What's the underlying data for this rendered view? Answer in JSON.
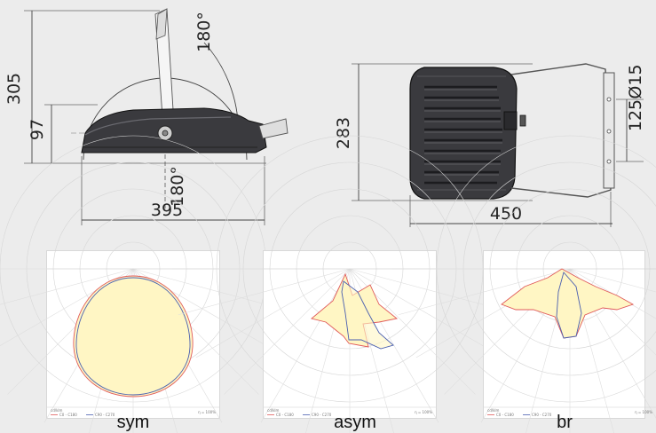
{
  "side_view": {
    "height_total": "305",
    "height_body": "97",
    "length": "395",
    "tilt_top": "180°",
    "tilt_bottom": "180°"
  },
  "top_view": {
    "width": "283",
    "length": "450",
    "mount_diameter": "Ø15",
    "mount_spacing": "125"
  },
  "polar_charts": [
    {
      "caption": "sym",
      "footer_left": "cd/klm",
      "legend": [
        "C0 - C180",
        "C90 - C270"
      ],
      "footer_right": "η = 100%"
    },
    {
      "caption": "asym",
      "footer_left": "cd/klm",
      "legend": [
        "C0 - C180",
        "C90 - C270"
      ],
      "footer_right": "η = 100%"
    },
    {
      "caption": "br",
      "footer_left": "cd/klm",
      "legend": [
        "C0 - C180",
        "C90 - C270"
      ],
      "footer_right": "η = 100%"
    }
  ],
  "colors": {
    "c0_c180": "#e05a5a",
    "c90_c270": "#4a5fb0",
    "fill": "#fff6c4",
    "body": "#3a3a3e"
  }
}
